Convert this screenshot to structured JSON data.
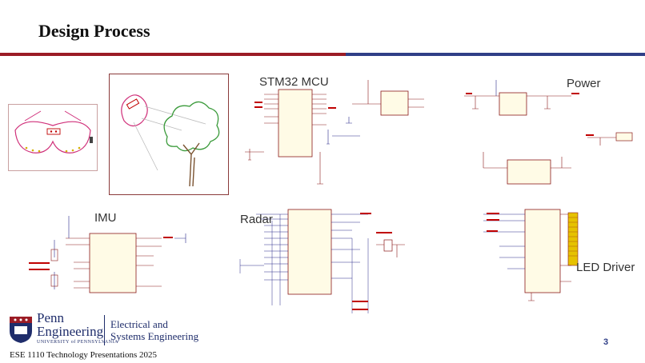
{
  "slide": {
    "title": "Design Process",
    "page_number": "3",
    "footer": "ESE 1110 Technology Presentations 2025"
  },
  "logo": {
    "university_line1": "Penn",
    "university_line2": "Engineering",
    "university_line3": "UNIVERSITY of PENNSYLVANIA",
    "department_line1": "Electrical and",
    "department_line2": "Systems Engineering"
  },
  "panels": {
    "stm32": {
      "label": "STM32 MCU"
    },
    "power": {
      "label": "Power"
    },
    "imu": {
      "label": "IMU"
    },
    "radar": {
      "label": "Radar"
    },
    "led": {
      "label": "LED Driver"
    }
  },
  "colors": {
    "accent_red": "#9b1c25",
    "accent_blue": "#2f3f87",
    "schematic_pink": "#d0307a",
    "schematic_red": "#c00000",
    "schematic_blue": "#1a2bb0"
  }
}
